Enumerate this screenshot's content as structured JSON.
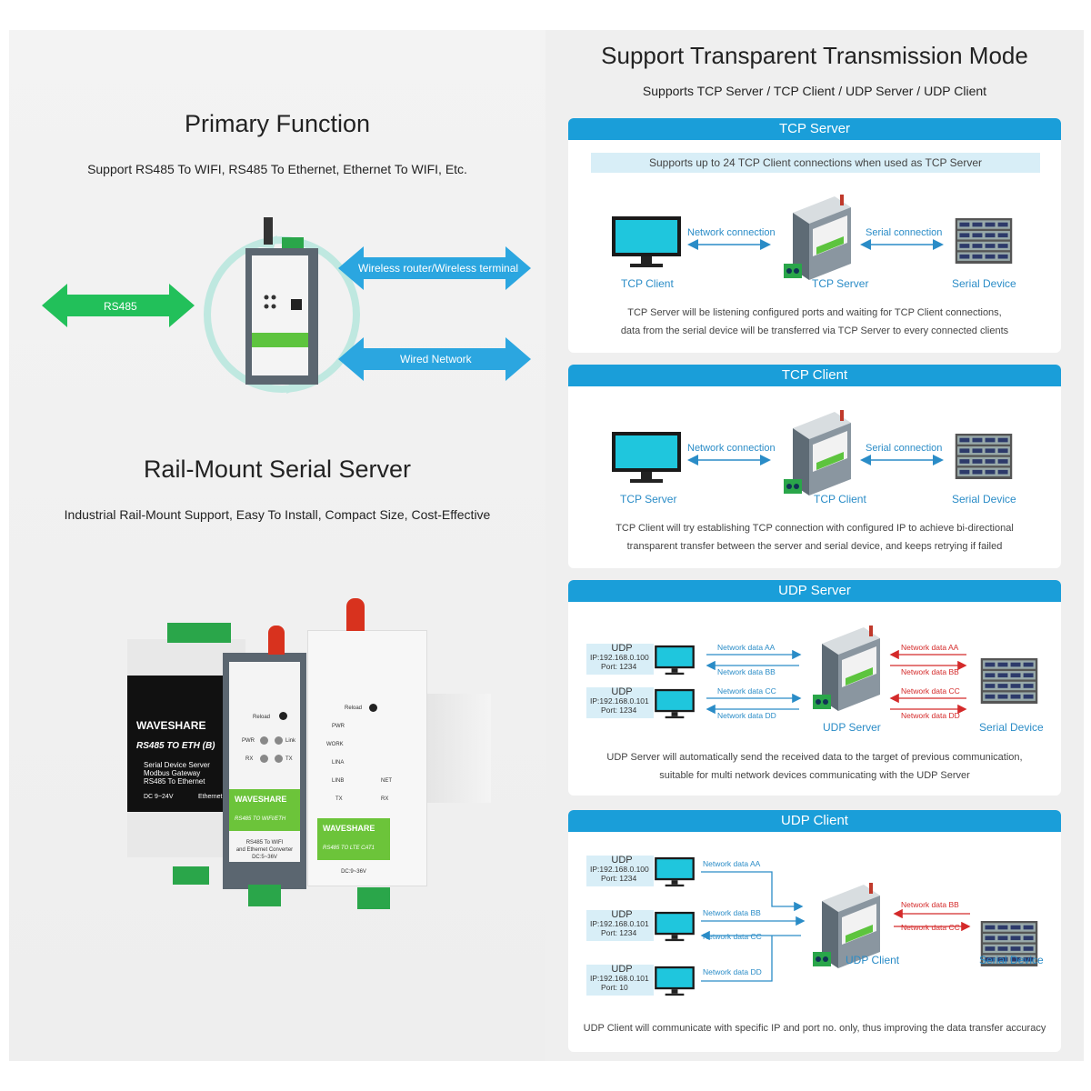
{
  "left": {
    "primary_title": "Primary Function",
    "primary_sub": "Support RS485 To WIFI, RS485 To Ethernet, Ethernet To WIFI, Etc.",
    "arrow_rs485": "RS485",
    "arrow_wireless": "Wireless router/Wireless terminal",
    "arrow_wired": "Wired Network",
    "rail_title": "Rail-Mount Serial Server",
    "rail_sub": "Industrial Rail-Mount Support, Easy To Install, Compact Size, Cost-Effective",
    "dev1": {
      "brand": "WAVESHARE",
      "model": "RS485 TO ETH (B)",
      "line1": "Serial Device Server",
      "line2": "Modbus Gateway",
      "line3": "RS485 To Ethernet",
      "power": "DC 9~24V",
      "eth": "Ethernet"
    },
    "dev2": {
      "brand": "WAVESHARE",
      "model": "RS485 TO WIFI/ETH",
      "desc1": "RS485 To WIFI",
      "desc2": "and Ethernet Converter",
      "power": "DC:5~36V",
      "reload": "Reload",
      "pwr": "PWR",
      "link": "Link",
      "rx": "RX",
      "tx": "TX"
    },
    "dev3": {
      "brand": "WAVESHARE",
      "model": "RS485 TO LTE CAT1",
      "power": "DC:9~36V",
      "reload": "Reload",
      "pwr": "PWR",
      "work": "WORK",
      "lina": "LINA",
      "linb": "LINB",
      "net": "NET",
      "tx": "TX",
      "rx": "RX"
    }
  },
  "right": {
    "title": "Support Transparent Transmission Mode",
    "sub": "Supports TCP Server / TCP Client / UDP Server / UDP Client",
    "tcp_server": {
      "header": "TCP Server",
      "banner": "Supports up to 24 TCP Client connections when used as TCP Server",
      "net_conn": "Network connection",
      "serial_conn": "Serial connection",
      "left_label": "TCP Client",
      "mid_label": "TCP Server",
      "right_label": "Serial Device",
      "cap1": "TCP Server will be listening configured ports and waiting for TCP Client connections,",
      "cap2": "data from the serial device will be transferred via TCP Server to every connected clients"
    },
    "tcp_client": {
      "header": "TCP Client",
      "net_conn": "Network connection",
      "serial_conn": "Serial connection",
      "left_label": "TCP Server",
      "mid_label": "TCP Client",
      "right_label": "Serial Device",
      "cap1": "TCP Client will try establishing TCP connection with configured IP to achieve bi-directional",
      "cap2": "transparent transfer between the server and serial device, and keeps retrying if failed"
    },
    "udp_server": {
      "header": "UDP Server",
      "hosts": [
        {
          "t": "UDP",
          "ip": "IP:192.168.0.100",
          "port": "Port: 1234"
        },
        {
          "t": "UDP",
          "ip": "IP:192.168.0.101",
          "port": "Port: 1234"
        }
      ],
      "left_data": [
        "Network data AA",
        "Network data BB",
        "Network data CC",
        "Network data DD"
      ],
      "right_data": [
        "Network data AA",
        "Network data BB",
        "Network data CC",
        "Network data DD"
      ],
      "mid_label": "UDP Server",
      "right_label": "Serial Device",
      "cap1": "UDP Server will automatically send the received data to the target of previous communication,",
      "cap2": "suitable for multi network devices communicating with the UDP Server"
    },
    "udp_client": {
      "header": "UDP Client",
      "hosts": [
        {
          "t": "UDP",
          "ip": "IP:192.168.0.100",
          "port": "Port: 1234"
        },
        {
          "t": "UDP",
          "ip": "IP:192.168.0.101",
          "port": "Port: 1234"
        },
        {
          "t": "UDP",
          "ip": "IP:192.168.0.101",
          "port": "Port: 10"
        }
      ],
      "left_data": [
        "Network data AA",
        "Network data BB",
        "Network data CC",
        "Network data DD"
      ],
      "right_data": [
        "Network data BB",
        "Network data CC"
      ],
      "mid_label": "UDP Client",
      "right_label": "Serial Device",
      "cap1": "UDP Client will communicate with specific IP and port no. only, thus improving the data transfer accuracy"
    }
  },
  "colors": {
    "accent": "#1a9ed9",
    "green": "#22c05a",
    "red": "#d42a2a",
    "arrow_blue": "#2ba6e0"
  }
}
